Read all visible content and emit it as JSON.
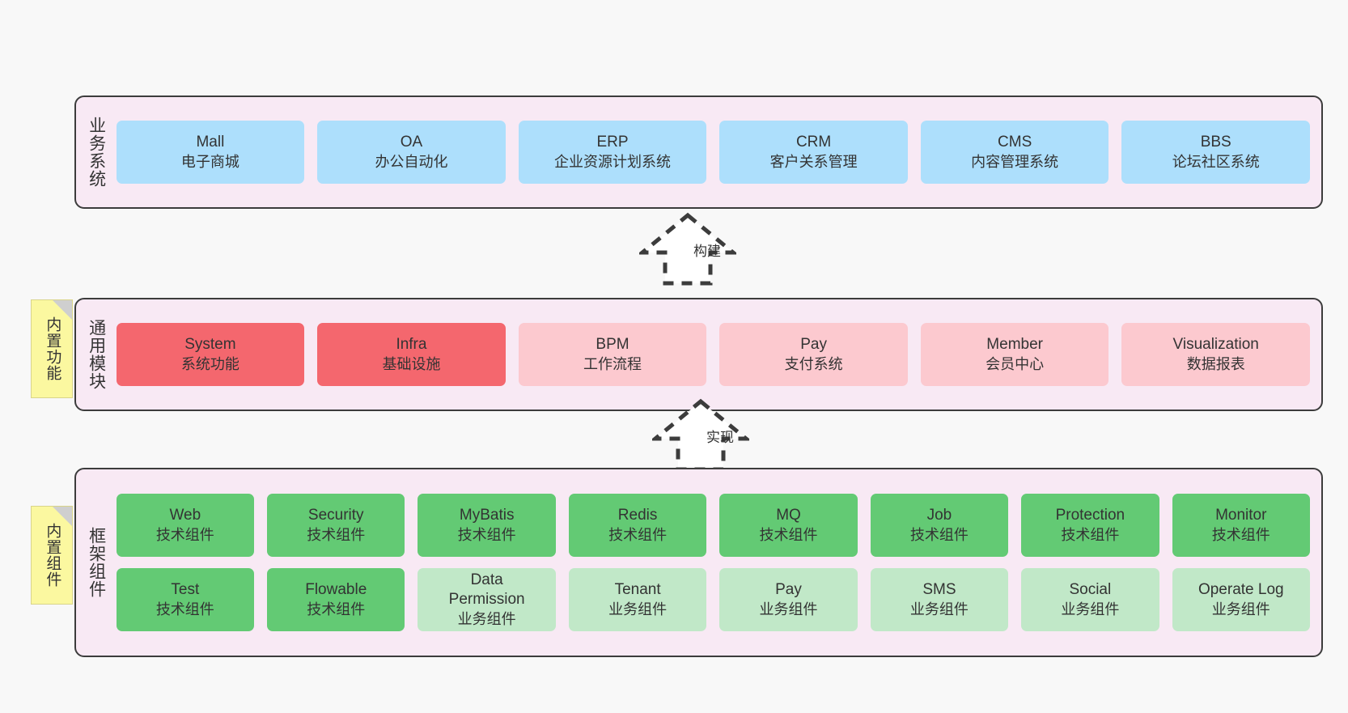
{
  "diagram": {
    "background_color": "#f8f8f8",
    "layer_fill": "#f8e9f4",
    "layer_border": "#3c3c3c",
    "note_fill": "#fbf8a0"
  },
  "layers": [
    {
      "id": "business-system",
      "title": "业务系统",
      "cards": [
        {
          "en": "Mall",
          "cn": "电子商城",
          "color": "#addffc",
          "style": "blue"
        },
        {
          "en": "OA",
          "cn": "办公自动化",
          "color": "#addffc",
          "style": "blue"
        },
        {
          "en": "ERP",
          "cn": "企业资源计划系统",
          "color": "#addffc",
          "style": "blue"
        },
        {
          "en": "CRM",
          "cn": "客户关系管理",
          "color": "#addffc",
          "style": "blue"
        },
        {
          "en": "CMS",
          "cn": "内容管理系统",
          "color": "#addffc",
          "style": "blue"
        },
        {
          "en": "BBS",
          "cn": "论坛社区系统",
          "color": "#addffc",
          "style": "blue"
        }
      ]
    },
    {
      "id": "common-module",
      "title": "通用模块",
      "note": "内置功能",
      "cards": [
        {
          "en": "System",
          "cn": "系统功能",
          "color": "#f4676e",
          "style": "red"
        },
        {
          "en": "Infra",
          "cn": "基础设施",
          "color": "#f4676e",
          "style": "red"
        },
        {
          "en": "BPM",
          "cn": "工作流程",
          "color": "#fcc9cf",
          "style": "pinklight"
        },
        {
          "en": "Pay",
          "cn": "支付系统",
          "color": "#fcc9cf",
          "style": "pinklight"
        },
        {
          "en": "Member",
          "cn": "会员中心",
          "color": "#fcc9cf",
          "style": "pinklight"
        },
        {
          "en": "Visualization",
          "cn": "数据报表",
          "color": "#fcc9cf",
          "style": "pinklight"
        }
      ]
    },
    {
      "id": "framework-component",
      "title": "框架组件",
      "note": "内置组件",
      "rows": [
        [
          {
            "en": "Web",
            "cn": "技术组件",
            "color": "#63ca74",
            "style": "green"
          },
          {
            "en": "Security",
            "cn": "技术组件",
            "color": "#63ca74",
            "style": "green"
          },
          {
            "en": "MyBatis",
            "cn": "技术组件",
            "color": "#63ca74",
            "style": "green"
          },
          {
            "en": "Redis",
            "cn": "技术组件",
            "color": "#63ca74",
            "style": "green"
          },
          {
            "en": "MQ",
            "cn": "技术组件",
            "color": "#63ca74",
            "style": "green"
          },
          {
            "en": "Job",
            "cn": "技术组件",
            "color": "#63ca74",
            "style": "green"
          },
          {
            "en": "Protection",
            "cn": "技术组件",
            "color": "#63ca74",
            "style": "green"
          },
          {
            "en": "Monitor",
            "cn": "技术组件",
            "color": "#63ca74",
            "style": "green"
          }
        ],
        [
          {
            "en": "Test",
            "cn": "技术组件",
            "color": "#63ca74",
            "style": "green"
          },
          {
            "en": "Flowable",
            "cn": "技术组件",
            "color": "#63ca74",
            "style": "green"
          },
          {
            "en": "Data Permission",
            "cn": "业务组件",
            "color": "#c1e8c8",
            "style": "greenlight"
          },
          {
            "en": "Tenant",
            "cn": "业务组件",
            "color": "#c1e8c8",
            "style": "greenlight"
          },
          {
            "en": "Pay",
            "cn": "业务组件",
            "color": "#c1e8c8",
            "style": "greenlight"
          },
          {
            "en": "SMS",
            "cn": "业务组件",
            "color": "#c1e8c8",
            "style": "greenlight"
          },
          {
            "en": "Social",
            "cn": "业务组件",
            "color": "#c1e8c8",
            "style": "greenlight"
          },
          {
            "en": "Operate Log",
            "cn": "业务组件",
            "color": "#c1e8c8",
            "style": "greenlight"
          }
        ]
      ]
    }
  ],
  "connectors": [
    {
      "id": "build",
      "label": "构建",
      "from": "common-module",
      "to": "business-system"
    },
    {
      "id": "implement",
      "label": "实现",
      "from": "framework-component",
      "to": "common-module"
    }
  ]
}
